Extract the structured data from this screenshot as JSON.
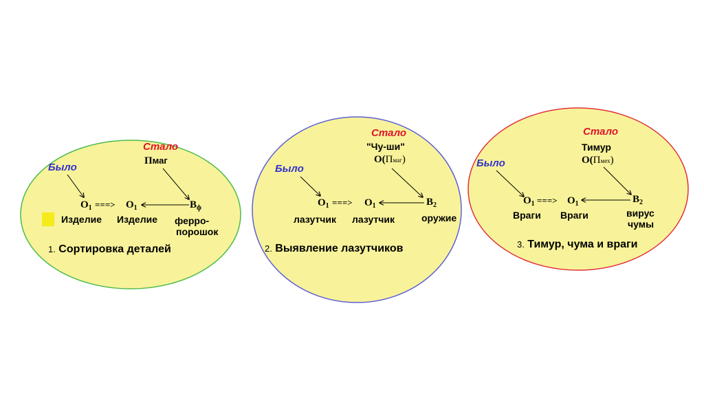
{
  "colors": {
    "fill": "#f8f39a",
    "edge1": "#4cbb4c",
    "edge2": "#5d5fd6",
    "edge3": "#e0303a",
    "was": "#3333cc",
    "became": "#e0142c",
    "marker": "#f5ea1a"
  },
  "panels": [
    {
      "was": "Было",
      "became": "Стало",
      "top_label": "",
      "field": {
        "main": "П",
        "sub": "маг",
        "paren": false
      },
      "o_symbol": "O",
      "o_sub": "1",
      "arrow_text": "===>",
      "b_symbol": "B",
      "b_sub": "ф",
      "left_label": "Изделие",
      "mid_label": "Изделие",
      "right_label": "ферро-",
      "right_label2": "порошок",
      "caption_num": "1.",
      "caption": "Сортировка деталей"
    },
    {
      "was": "Было",
      "became": "Стало",
      "top_label": "\"Чу-ши\"",
      "field": {
        "prefix": "O(",
        "main": "П",
        "sub": "маг",
        "suffix": ")"
      },
      "o_symbol": "O",
      "o_sub": "1",
      "arrow_text": "===>",
      "b_symbol": "B",
      "b_sub": "2",
      "left_label": "лазутчик",
      "mid_label": "лазутчик",
      "right_label": "оружие",
      "caption_num": "2.",
      "caption": "Выявление  лазутчиков"
    },
    {
      "was": "Было",
      "became": "Стало",
      "top_label": "Тимур",
      "field": {
        "prefix": "O(",
        "main": "П",
        "sub": "мех",
        "suffix": ")"
      },
      "o_symbol": "O",
      "o_sub": "1",
      "arrow_text": "===>",
      "b_symbol": "B",
      "b_sub": "2",
      "left_label": "Враги",
      "mid_label": "Враги",
      "right_label": "вирус",
      "right_label2": "чумы",
      "caption_num": "3.",
      "caption": "Тимур, чума и враги"
    }
  ]
}
